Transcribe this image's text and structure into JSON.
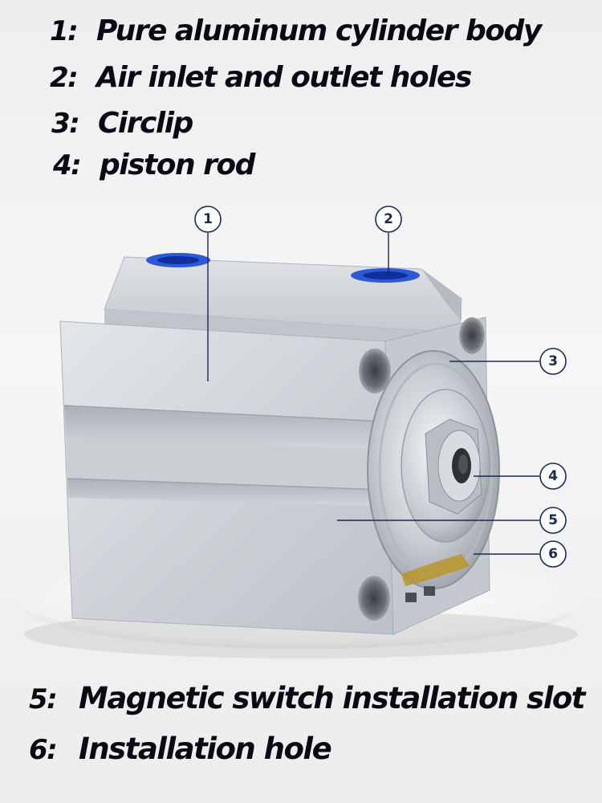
{
  "labels_top": [
    {
      "num": "1:",
      "text": "Pure aluminum cylinder body"
    },
    {
      "num": "2:",
      "text": "Air inlet and outlet holes"
    },
    {
      "num": "3:",
      "text": "Circlip"
    },
    {
      "num": "4:",
      "text": "piston rod"
    }
  ],
  "labels_bottom": [
    {
      "num": "5:",
      "text": "Magnetic switch installation slot"
    },
    {
      "num": "6:",
      "text": "Installation hole"
    }
  ],
  "callouts": [
    "1",
    "2",
    "3",
    "4",
    "5",
    "6"
  ],
  "colors": {
    "text": "#0a0a14",
    "callout_stroke": "#1a2a50",
    "port_blue": "#2a5ad8",
    "aluminum": "#d7dbe0"
  }
}
